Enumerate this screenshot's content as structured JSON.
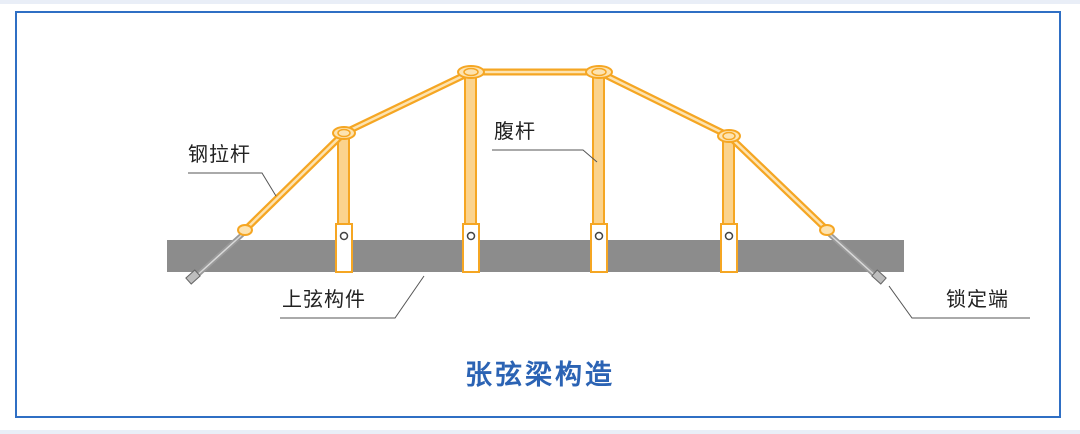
{
  "title": "张弦梁构造",
  "labels": {
    "tie_rod": "钢拉杆",
    "web_member": "腹杆",
    "upper_chord": "上弦构件",
    "anchor_end": "锁定端"
  },
  "colors": {
    "frame": "#2f6fc4",
    "title": "#2b63b4",
    "beam": "#8c8c8c",
    "cable": "#f5a623",
    "cable_light": "#fbd38d",
    "leader": "#555555",
    "text": "#222222"
  }
}
